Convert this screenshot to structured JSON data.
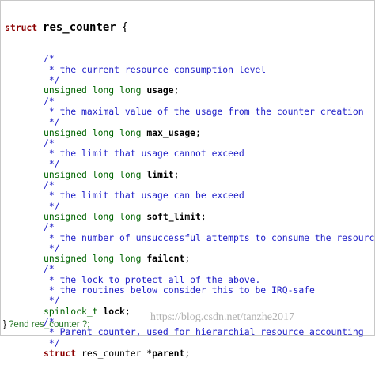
{
  "header": {
    "keyword": "struct",
    "name": "res_counter",
    "open": "{"
  },
  "members": [
    {
      "comment": [
        "/*",
        " * the current resource consumption level",
        " */"
      ],
      "type": "unsigned long long",
      "field": "usage",
      "punct": ";"
    },
    {
      "comment": [
        "/*",
        " * the maximal value of the usage from the counter creation",
        " */"
      ],
      "type": "unsigned long long",
      "field": "max_usage",
      "punct": ";"
    },
    {
      "comment": [
        "/*",
        " * the limit that usage cannot exceed",
        " */"
      ],
      "type": "unsigned long long",
      "field": "limit",
      "punct": ";"
    },
    {
      "comment": [
        "/*",
        " * the limit that usage can be exceed",
        " */"
      ],
      "type": "unsigned long long",
      "field": "soft_limit",
      "punct": ";"
    },
    {
      "comment": [
        "/*",
        " * the number of unsuccessful attempts to consume the resource",
        " */"
      ],
      "type": "unsigned long long",
      "field": "failcnt",
      "punct": ";"
    },
    {
      "comment": [
        "/*",
        " * the lock to protect all of the above.",
        " * the routines below consider this to be IRQ-safe",
        " */"
      ],
      "type": "spinlock_t",
      "field": "lock",
      "punct": ";"
    },
    {
      "comment": [
        "/*",
        " * Parent counter, used for hierarchial resource accounting",
        " */"
      ],
      "type": "struct res_counter *",
      "field": "parent",
      "punct": ";",
      "type_is_keyword": true
    }
  ],
  "footer": {
    "close": "}",
    "tail": " ?end res_counter ?;"
  },
  "watermark": "https://blog.csdn.net/tanzhe2017",
  "colors": {
    "keyword": "#8b0000",
    "comment": "#2020c8",
    "type": "#006400",
    "identifier": "#000000"
  }
}
